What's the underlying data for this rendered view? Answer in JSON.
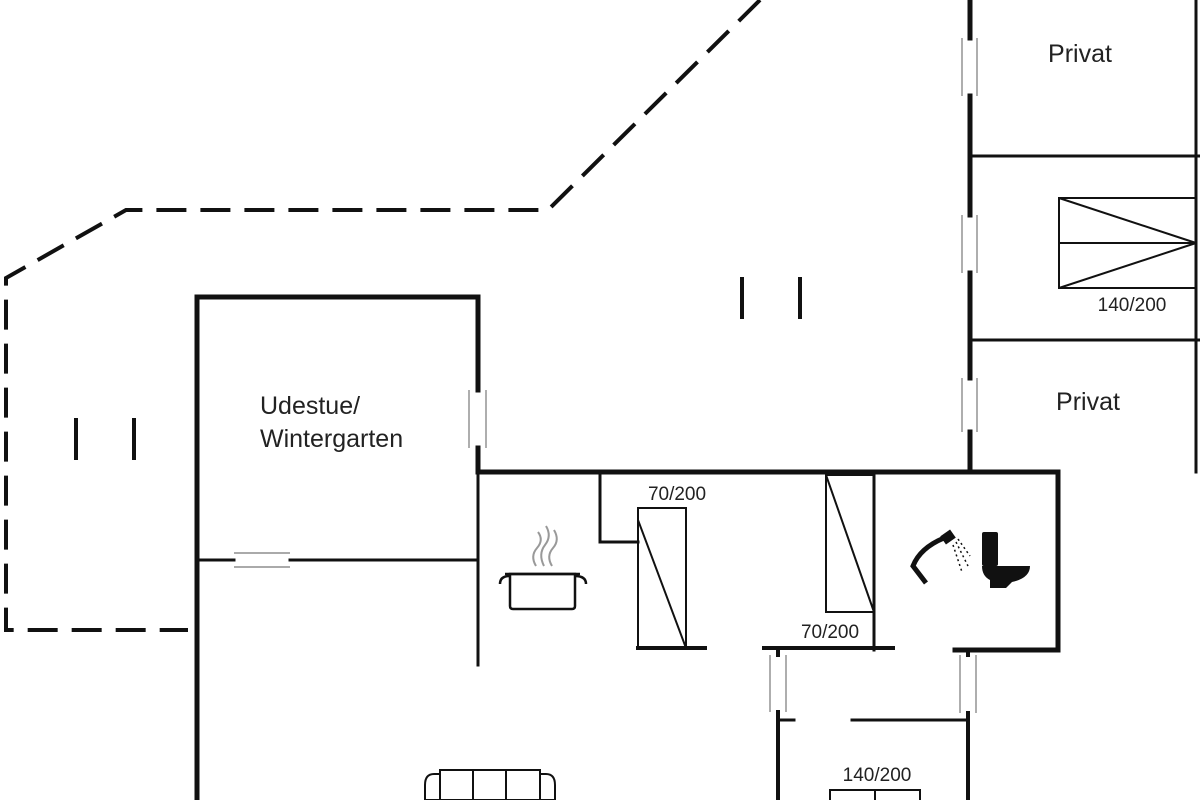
{
  "colors": {
    "wall": "#111111",
    "background": "#ffffff",
    "text": "#222222"
  },
  "rooms": {
    "privat_top": "Privat",
    "privat_middle": "Privat",
    "udestue_line1": "Udestue/",
    "udestue_line2": "Wintergarten"
  },
  "beds": {
    "bed_140_upper": "140/200",
    "bed_70_left": "70/200",
    "bed_70_right": "70/200",
    "bed_140_lower": "140/200"
  },
  "icons": [
    "stove-pot-icon",
    "shower-icon",
    "toilet-icon",
    "sofa-icon",
    "bed-icon"
  ]
}
